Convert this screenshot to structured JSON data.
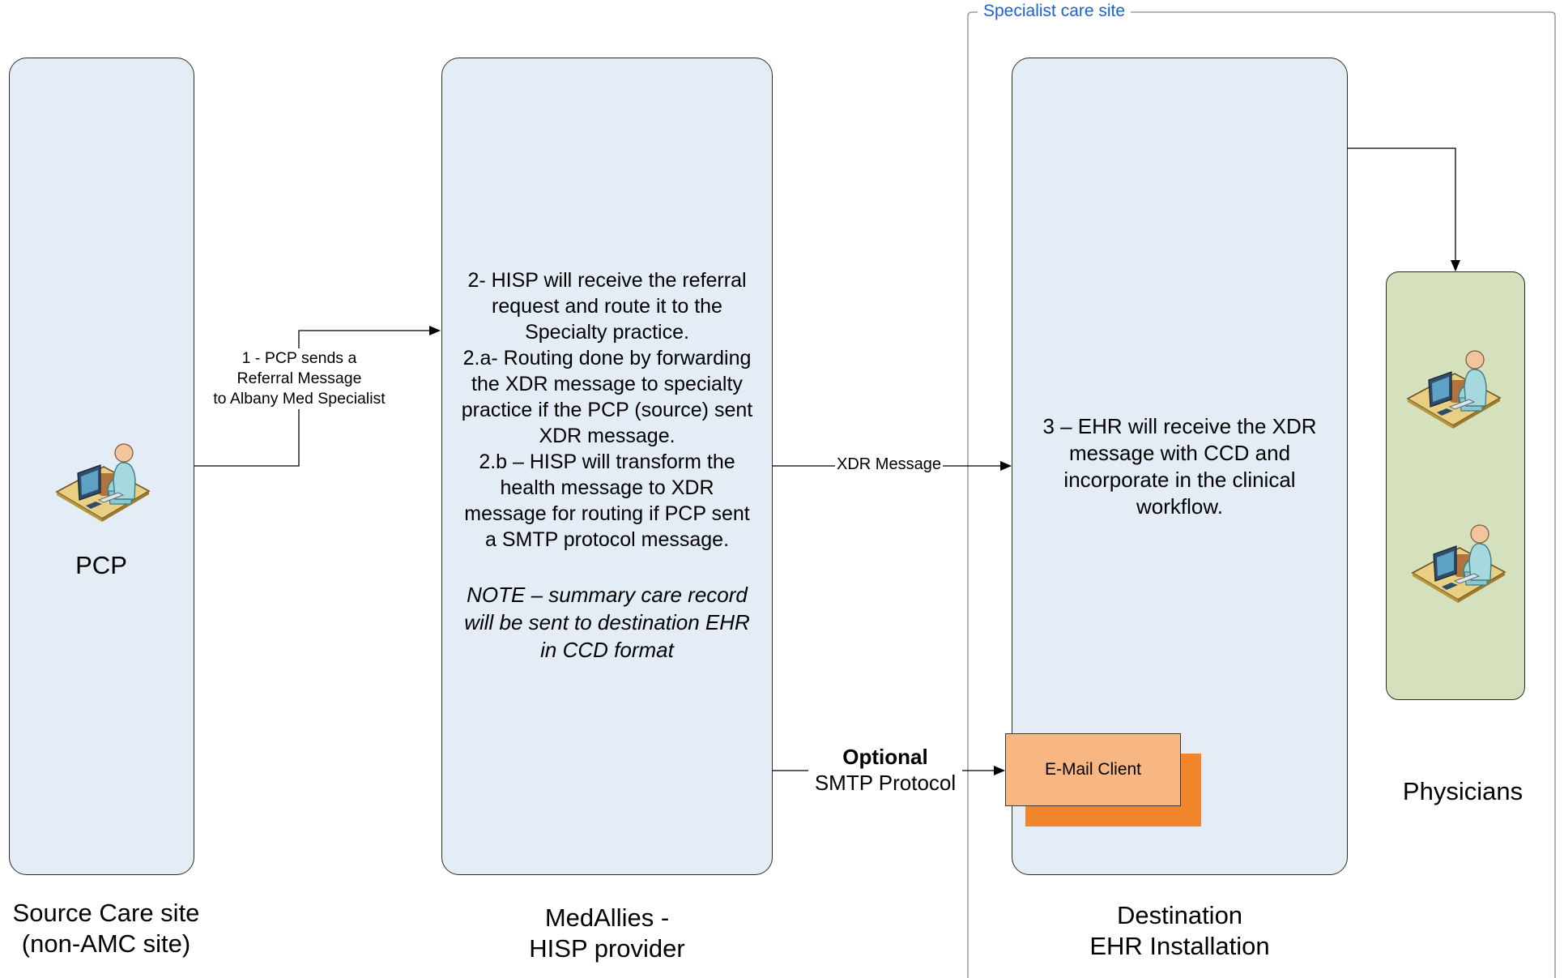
{
  "groups": {
    "specialist_site_label": "Specialist care site"
  },
  "lanes": {
    "source": {
      "title_line1": "Source Care site",
      "title_line2": "(non-AMC site)",
      "actor_label": "PCP"
    },
    "hisp": {
      "title_line1": "MedAllies -",
      "title_line2": "HISP provider",
      "body_lines": [
        "2- HISP will receive the referral",
        "request and route it to the",
        "Specialty practice.",
        "2.a- Routing done by forwarding",
        "the XDR message to specialty",
        "practice if the PCP (source) sent",
        "XDR message.",
        "2.b – HISP will transform the",
        "health message to XDR",
        "message for routing if PCP sent",
        "a SMTP protocol message."
      ],
      "note_lines": [
        "NOTE – summary care record",
        "will be sent to destination EHR",
        "in CCD format"
      ]
    },
    "ehr": {
      "title_line1": "Destination",
      "title_line2": "EHR Installation",
      "body_lines": [
        "3 – EHR will receive the XDR",
        "message with CCD and",
        "incorporate in the clinical",
        "workflow."
      ],
      "email_client_label": "E-Mail Client"
    },
    "physicians": {
      "title": "Physicians"
    }
  },
  "edges": {
    "referral_label_lines": [
      "1 - PCP sends a",
      "Referral Message",
      "to Albany Med Specialist"
    ],
    "xdr_label": "XDR Message",
    "smtp_label_bold": "Optional",
    "smtp_label": "SMTP Protocol"
  },
  "icons": {
    "pcp": "workstation-user-icon",
    "physician_1": "workstation-user-icon",
    "physician_2": "workstation-user-icon"
  },
  "colors": {
    "lane_fill": "#e4ecf6",
    "physicians_fill": "#d5e0bc",
    "email_fill": "#f8b782",
    "email_shadow": "#f1862c",
    "group_label": "#1f5fd2"
  }
}
